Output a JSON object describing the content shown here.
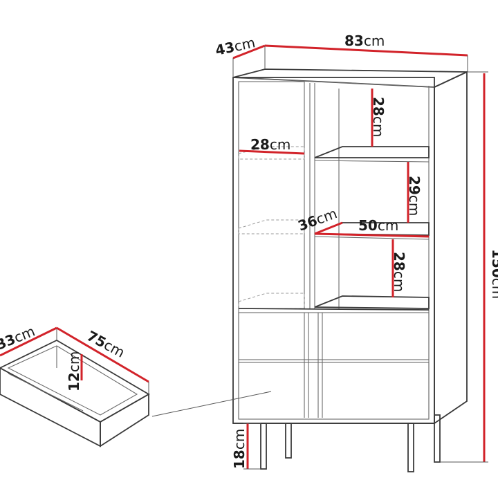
{
  "dimensions": {
    "cabinet_depth": {
      "value": "43",
      "unit": "cm"
    },
    "cabinet_width": {
      "value": "83",
      "unit": "cm"
    },
    "cabinet_height": {
      "value": "150",
      "unit": "cm"
    },
    "top_shelf_height": {
      "value": "28",
      "unit": "cm"
    },
    "left_shelf_depth": {
      "value": "28",
      "unit": "cm"
    },
    "mid_shelf_height": {
      "value": "29",
      "unit": "cm"
    },
    "shelf_depth": {
      "value": "36",
      "unit": "cm"
    },
    "shelf_width": {
      "value": "50",
      "unit": "cm"
    },
    "low_shelf_height": {
      "value": "28",
      "unit": "cm"
    },
    "leg_height": {
      "value": "18",
      "unit": "cm"
    },
    "drawer_depth": {
      "value": "33",
      "unit": "cm"
    },
    "drawer_width": {
      "value": "75",
      "unit": "cm"
    },
    "drawer_height": {
      "value": "12",
      "unit": "cm"
    }
  },
  "colors": {
    "dimension_line": "#d2232a",
    "outline": "#3a3a3a",
    "background": "#ffffff"
  }
}
